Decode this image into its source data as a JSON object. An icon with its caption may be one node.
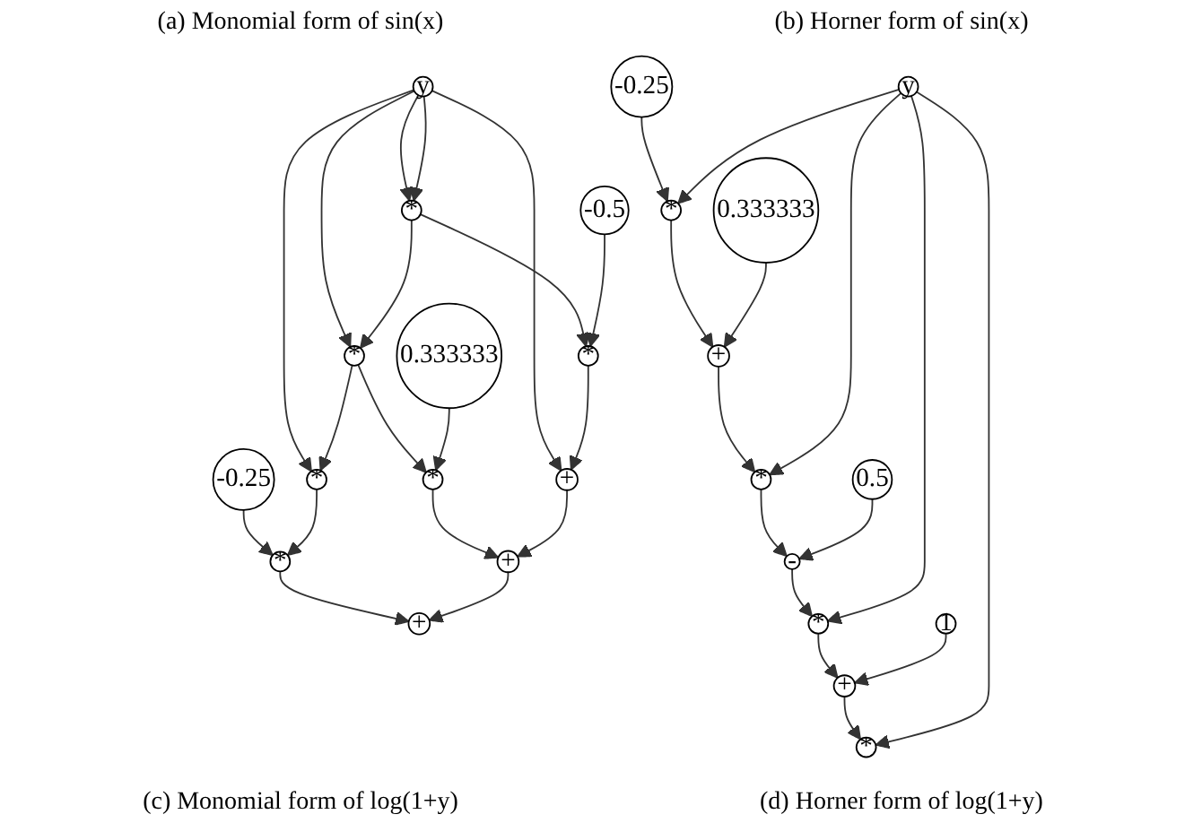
{
  "diagram": {
    "nodes": [
      {
        "text": [
          "y"
        ]
      },
      {
        "text": [
          "*"
        ]
      },
      {
        "text": [
          "-0.5"
        ]
      },
      {
        "text": [
          "*"
        ]
      },
      {
        "text": [
          "0.333333"
        ]
      },
      {
        "text": [
          "*"
        ]
      },
      {
        "text": [
          "-0.25"
        ]
      },
      {
        "text": [
          "*"
        ]
      },
      {
        "text": [
          "*"
        ]
      },
      {
        "text": [
          "+"
        ]
      },
      {
        "text": [
          "*"
        ]
      },
      {
        "text": [
          "+"
        ]
      },
      {
        "text": [
          "+"
        ]
      },
      {
        "text": [
          "-0.25"
        ]
      },
      {
        "text": [
          "y"
        ]
      },
      {
        "text": [
          "*"
        ]
      },
      {
        "text": [
          "0.333333"
        ]
      },
      {
        "text": [
          "+"
        ]
      },
      {
        "text": [
          "*"
        ]
      },
      {
        "text": [
          "0.5"
        ]
      },
      {
        "text": [
          "-"
        ]
      },
      {
        "text": [
          "*"
        ]
      },
      {
        "text": [
          "1"
        ]
      },
      {
        "text": [
          "+"
        ]
      },
      {
        "text": [
          "*"
        ]
      }
    ],
    "edges": [
      {
        "from": 0,
        "to": 1,
        "arrow": "to"
      },
      {
        "from": 0,
        "to": 1,
        "arrow": "to"
      },
      {
        "from": 0,
        "to": 3,
        "arrow": "to"
      },
      {
        "from": 0,
        "to": 7,
        "arrow": "to"
      },
      {
        "from": 0,
        "to": 9,
        "arrow": "to"
      },
      {
        "from": 1,
        "to": 3,
        "arrow": "to"
      },
      {
        "from": 1,
        "to": 5,
        "arrow": "to"
      },
      {
        "from": 2,
        "to": 5,
        "arrow": "to"
      },
      {
        "from": 3,
        "to": 7,
        "arrow": "to"
      },
      {
        "from": 3,
        "to": 8,
        "arrow": "to"
      },
      {
        "from": 4,
        "to": 8,
        "arrow": "to"
      },
      {
        "from": 5,
        "to": 9,
        "arrow": "to"
      },
      {
        "from": 6,
        "to": 10,
        "arrow": "to"
      },
      {
        "from": 7,
        "to": 10,
        "arrow": "to"
      },
      {
        "from": 8,
        "to": 11,
        "arrow": "to"
      },
      {
        "from": 9,
        "to": 11,
        "arrow": "to"
      },
      {
        "from": 10,
        "to": 12,
        "arrow": "to"
      },
      {
        "from": 11,
        "to": 12,
        "arrow": "to"
      },
      {
        "from": 13,
        "to": 15,
        "arrow": "to"
      },
      {
        "from": 14,
        "to": 15,
        "arrow": "to"
      },
      {
        "from": 15,
        "to": 17,
        "arrow": "to"
      },
      {
        "from": 16,
        "to": 17,
        "arrow": "to"
      },
      {
        "from": 17,
        "to": 18,
        "arrow": "to"
      },
      {
        "from": 14,
        "to": 18,
        "arrow": "to"
      },
      {
        "from": 18,
        "to": 20,
        "arrow": "to"
      },
      {
        "from": 19,
        "to": 20,
        "arrow": "to"
      },
      {
        "from": 20,
        "to": 21,
        "arrow": "to"
      },
      {
        "from": 14,
        "to": 21,
        "arrow": "to"
      },
      {
        "from": 21,
        "to": 23,
        "arrow": "to"
      },
      {
        "from": 22,
        "to": 23,
        "arrow": "to"
      },
      {
        "from": 23,
        "to": 24,
        "arrow": "to"
      },
      {
        "from": 14,
        "to": 24,
        "arrow": "to"
      }
    ],
    "labels": [
      "(a) Monomial form of sin(x)",
      "(b) Horner form of sin(x)",
      "(c) Monomial form of log(1+y)",
      "(d) Horner form of log(1+y)"
    ]
  }
}
